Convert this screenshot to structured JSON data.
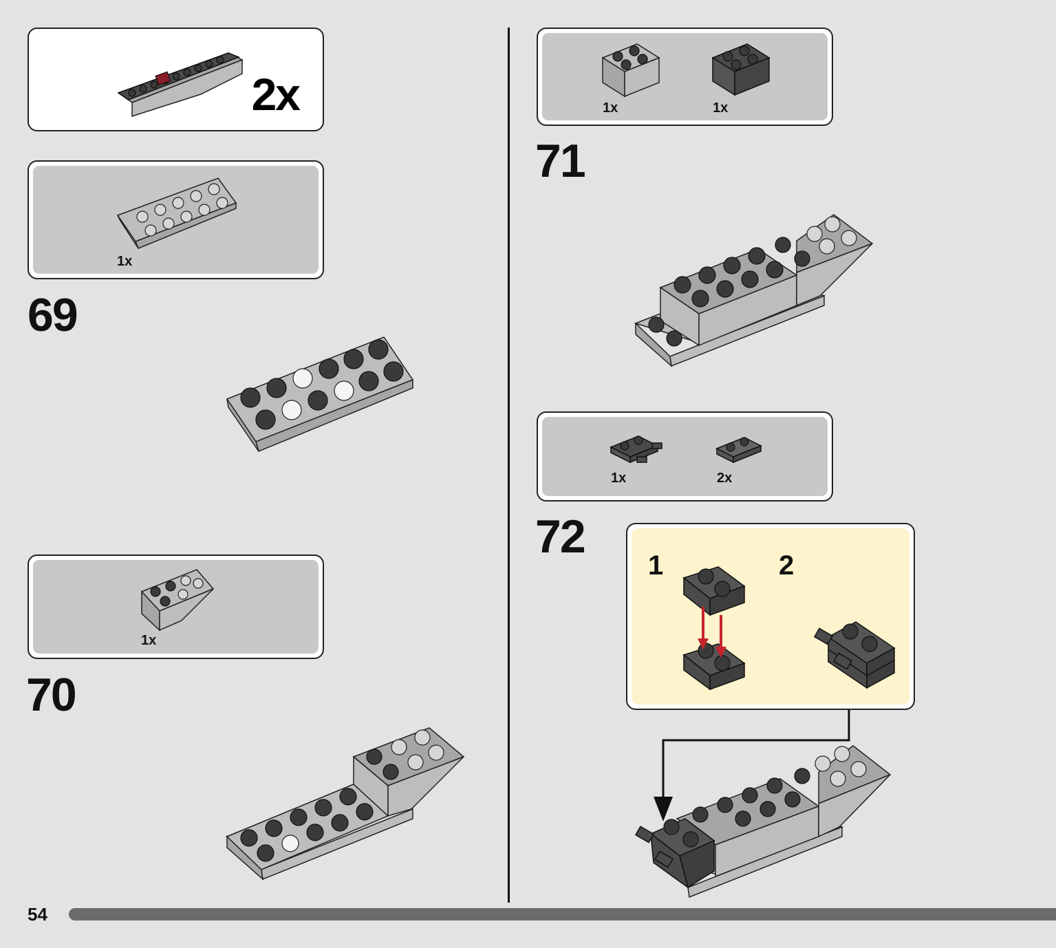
{
  "page_number": "54",
  "sub_model_multiplier": "2x",
  "steps": [
    {
      "number": "69",
      "parts": [
        {
          "qty": "1x"
        }
      ]
    },
    {
      "number": "70",
      "parts": [
        {
          "qty": "1x"
        }
      ]
    },
    {
      "number": "71",
      "parts": [
        {
          "qty": "1x"
        },
        {
          "qty": "1x"
        }
      ]
    },
    {
      "number": "72",
      "parts": [
        {
          "qty": "1x"
        },
        {
          "qty": "2x"
        }
      ],
      "sub_steps": [
        {
          "number": "1"
        },
        {
          "number": "2"
        }
      ]
    }
  ],
  "colors": {
    "page_background": "#e3e3e3",
    "callout_background": "#c8c8c8",
    "sub_assembly_background": "#fdf3cc",
    "arrow_red": "#c8242b",
    "progress_bar": "#6b6b6b",
    "accent_red_part": "#8b1c2c"
  }
}
